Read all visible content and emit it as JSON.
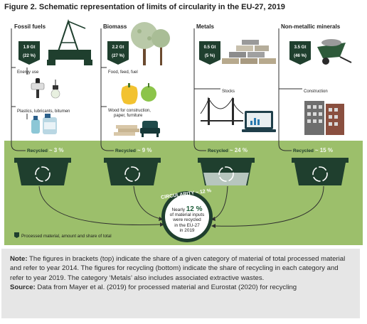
{
  "figure_title": "Figure 2. Schematic representation of limits of circularity in the EU-27, 2019",
  "categories": [
    {
      "name": "Fossil fuels",
      "amount": "1.9 Gt",
      "share": "(22 %)",
      "recycled_label": "Recycled",
      "recycled_pct": "~ 3 %"
    },
    {
      "name": "Biomass",
      "amount": "2.2 Gt",
      "share": "(27 %)",
      "recycled_label": "Recycled",
      "recycled_pct": "~ 9 %"
    },
    {
      "name": "Metals",
      "amount": "0.5 Gt",
      "share": "(5 %)",
      "recycled_label": "Recycled",
      "recycled_pct": "~ 24 %"
    },
    {
      "name": "Non-metallic minerals",
      "amount": "3.5 Gt",
      "share": "(46 %)",
      "recycled_label": "Recycled",
      "recycled_pct": "~ 15 %"
    }
  ],
  "uses": {
    "energy": "Energy use",
    "plastics": "Plastics, lubricants, bitumen",
    "food": "Food, feed, fuel",
    "wood_1": "Wood for construction,",
    "wood_2": "paper, furniture",
    "stocks": "Stocks",
    "construction": "Construction"
  },
  "circularity": {
    "label": "CIRCULARITY ~ 12 %",
    "line1": "Nearly",
    "big": "12 %",
    "line2": "of material inputs",
    "line3": "were recycled",
    "line4": "in the EU-27",
    "line5": "in 2019"
  },
  "legend": "Processed material, amount and share of total",
  "note": {
    "label": "Note:",
    "text": "The figures in brackets (top) indicate the share of a given category of material of total processed material and refer to year 2014. The figures for recycling (bottom) indicate the share of recycling in each category and refer to year 2019. The category ‘Metals’ also includes associated extractive wastes.",
    "source_label": "Source:",
    "source_text": "Data from Mayer et al. (2019) for processed material and Eurostat (2020) for recycling"
  },
  "colors": {
    "green_panel": "#9cbf6b",
    "dark_green": "#1f3f2e",
    "metal_box": "#b7c6be",
    "note_bg": "#e6e6e6"
  }
}
